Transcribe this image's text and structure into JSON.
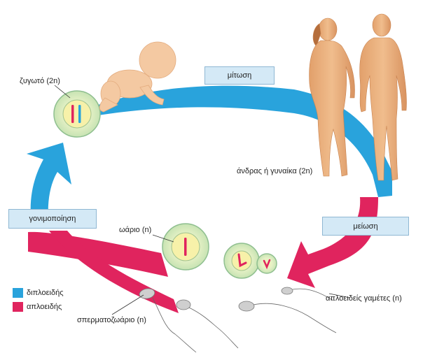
{
  "labels": {
    "zygote": "ζυγωτό (2n)",
    "mitosis": "μίτωση",
    "adult": "άνδρας ή γυναίκα (2n)",
    "fertilization": "γονιμοποίηση",
    "egg": "ωάριο (n)",
    "meiosis": "μείωση",
    "gametes": "απλοειδείς γαμέτες (n)",
    "sperm": "σπερματοζωάριο (n)"
  },
  "legend": [
    {
      "label": "διπλοειδής",
      "color": "#29a3dc"
    },
    {
      "label": "απλοειδής",
      "color": "#e0245e"
    }
  ],
  "colors": {
    "diploid_arrow": "#29a3dc",
    "haploid_arrow": "#e0245e",
    "label_box": "#d4e9f6",
    "cell_fill": "#d9efc8",
    "skin": "#e9b07f",
    "chromosome_red": "#e0245e",
    "chromosome_blue": "#29a3dc"
  },
  "icons": [
    "baby-figure",
    "woman-figure",
    "man-figure",
    "cell-icon",
    "sperm-icon"
  ]
}
